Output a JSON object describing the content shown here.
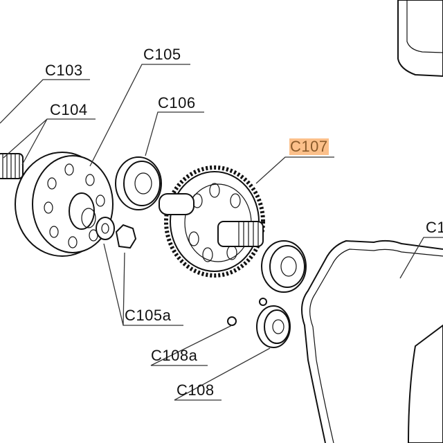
{
  "labels": {
    "c103": "C103",
    "c104": "C104",
    "c105": "C105",
    "c106": "C106",
    "c107": "C107",
    "c1_partial": "C1",
    "c105a": "C105a",
    "c108a": "C108a",
    "c108": "C108"
  },
  "highlight": {
    "part": "C107",
    "background": "#fcc08a",
    "text": "#8a5a2a"
  }
}
